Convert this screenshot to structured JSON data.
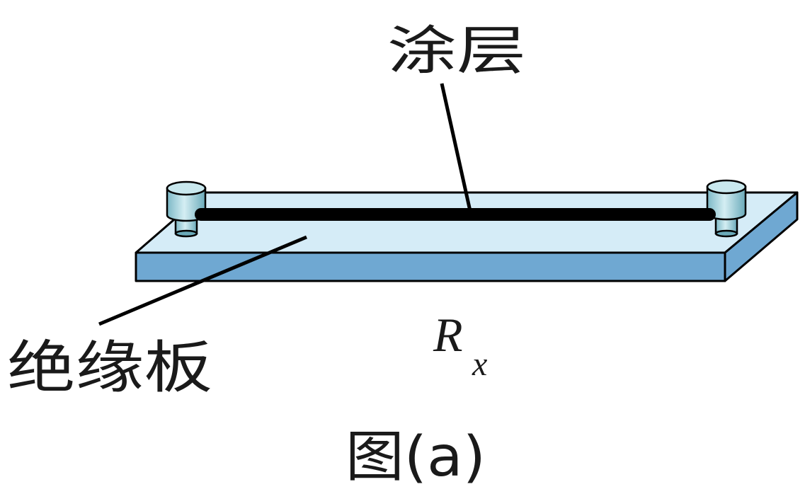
{
  "labels": {
    "coating": "涂层",
    "board": "绝缘板",
    "resistor_symbol": "R",
    "resistor_subscript": "x",
    "caption": "图(a)"
  },
  "colors": {
    "board_top": "#d5ecf7",
    "board_front": "#6fa8d2",
    "board_side": "#6fa8d2",
    "outline": "#000000",
    "terminal_light": "#bfe3ea",
    "terminal_dark": "#6aaab9",
    "coating": "#000000"
  }
}
